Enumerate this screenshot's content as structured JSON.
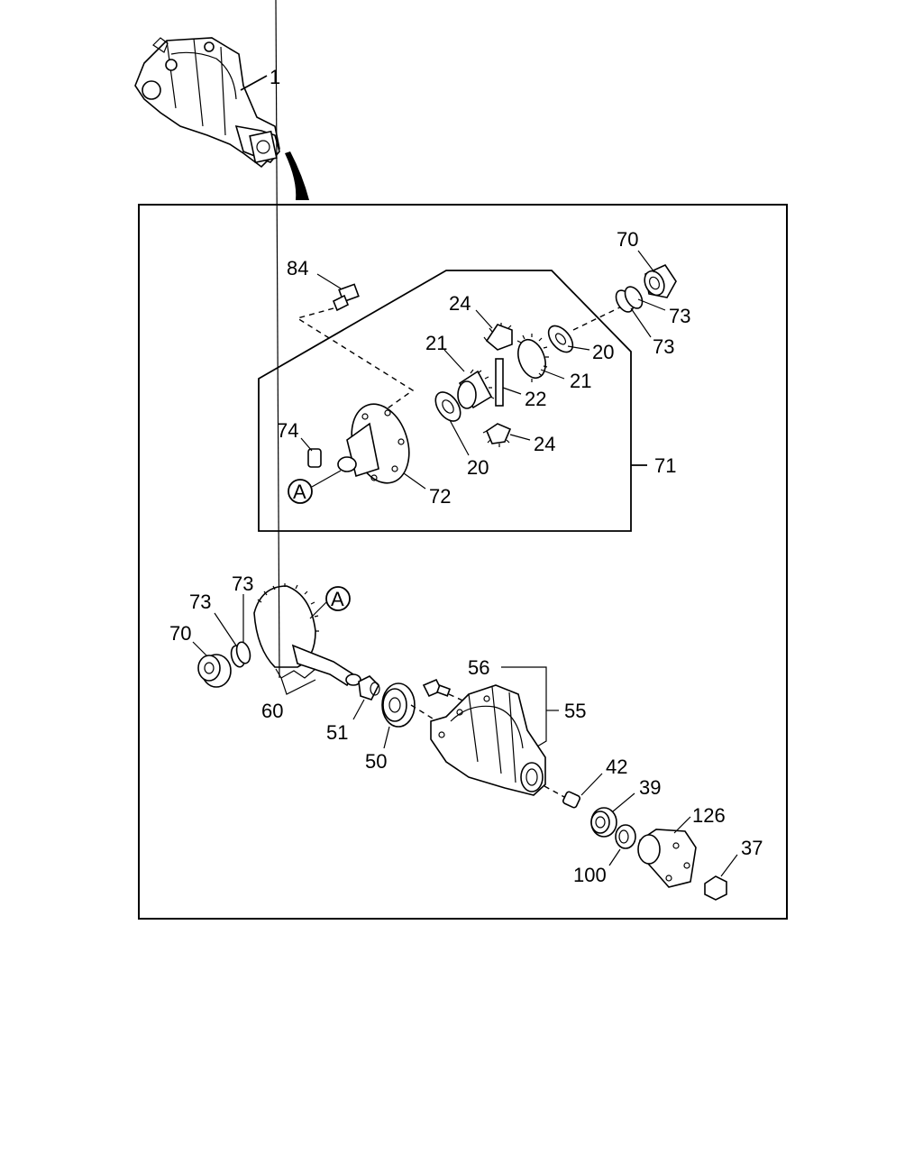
{
  "callouts": {
    "c1": "1",
    "c84": "84",
    "c24a": "24",
    "c21a": "21",
    "c70a": "70",
    "c73a": "73",
    "c73b": "73",
    "c20a": "20",
    "c21b": "21",
    "c22": "22",
    "c74": "74",
    "c20b": "20",
    "c24b": "24",
    "c72": "72",
    "c71": "71",
    "refA1": "A",
    "c73c": "73",
    "c73d": "73",
    "refA2": "A",
    "c70b": "70",
    "c60": "60",
    "c56": "56",
    "c55": "55",
    "c51": "51",
    "c50": "50",
    "c42": "42",
    "c39": "39",
    "c126": "126",
    "c37": "37",
    "c100": "100"
  }
}
